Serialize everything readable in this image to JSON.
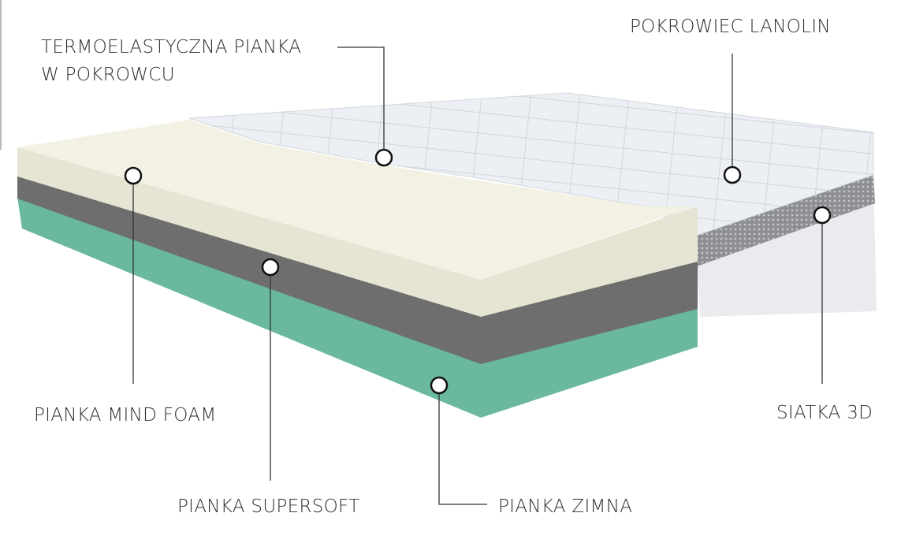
{
  "labels": {
    "thermo_line1": "TERMOELASTYCZNA PIANKA",
    "thermo_line2": "W POKROWCU",
    "cover": "POKROWIEC LANOLIN",
    "mesh": "SIATKA 3D",
    "mind_foam": "PIANKA MIND FOAM",
    "supersoft": "PIANKA SUPERSOFT",
    "cold_foam": "PIANKA ZIMNA"
  },
  "colors": {
    "memory_foam": "#f1f0df",
    "supersoft": "#6f6e6e",
    "cold_foam": "#69b89f",
    "cover": "#eef0f3",
    "line": "#333333"
  }
}
